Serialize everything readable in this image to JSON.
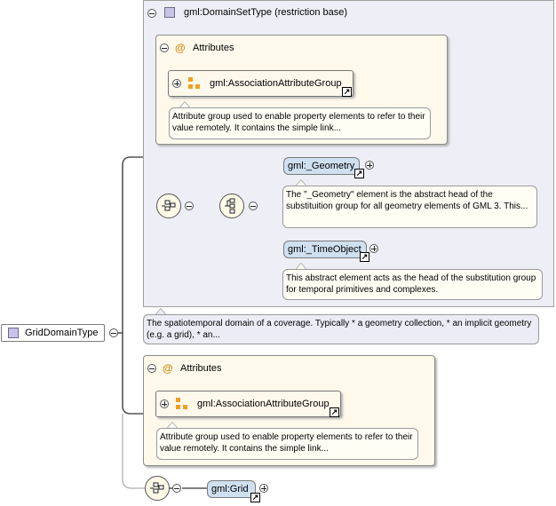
{
  "root": {
    "name": "GridDomainType"
  },
  "domain_set": {
    "title": "gml:DomainSetType (restriction base)",
    "attributes": {
      "header": "Attributes",
      "group_name": "gml:AssociationAttributeGroup",
      "doc": "Attribute group used to enable property elements to refer to their value remotely. It contains the simple link..."
    },
    "choice_elements": [
      {
        "name": "gml:_Geometry",
        "doc": "The \"_Geometry\" element is the abstract head of the substituition group for all geometry elements of GML 3. This..."
      },
      {
        "name": "gml:_TimeObject",
        "doc": "This abstract element acts as the head of the substitution group for temporal primitives and complexes."
      }
    ]
  },
  "type_doc": "The spatiotemporal domain of a coverage. Typically * a geometry collection, * an implicit geometry (e.g. a grid), * an...",
  "own_attributes": {
    "header": "Attributes",
    "group_name": "gml:AssociationAttributeGroup",
    "doc": "Attribute group used to enable property elements to refer to their value remotely. It contains the simple link..."
  },
  "extension_element": {
    "name": "gml:Grid"
  },
  "symbols": {
    "at_sign": "@",
    "link_arrow": "↗",
    "icons": [
      "collapse-icon",
      "expand-icon",
      "complex-type-icon",
      "attribute-group-icon",
      "sequence-compositor-icon",
      "choice-compositor-icon",
      "link-arrow-icon"
    ]
  },
  "colors": {
    "outer_box": "#eeeef6",
    "attributes_box": "#fff9ec",
    "element_fill": "#cfe0f0",
    "type_icon": "#c9c3e8",
    "attribute_group_icon": "#f0a020"
  }
}
